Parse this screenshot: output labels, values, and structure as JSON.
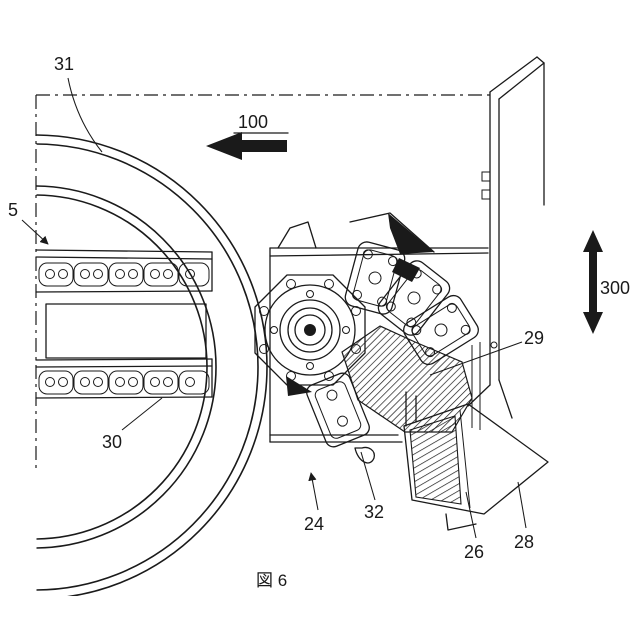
{
  "figure": {
    "caption": "図 6",
    "labels": {
      "l31": "31",
      "l5": "5",
      "l30": "30",
      "l100": "100",
      "l300": "300",
      "l29": "29",
      "l24": "24",
      "l32": "32",
      "l26": "26",
      "l28": "28"
    }
  },
  "colors": {
    "ink": "#1a1a1a",
    "paper": "#ffffff"
  }
}
